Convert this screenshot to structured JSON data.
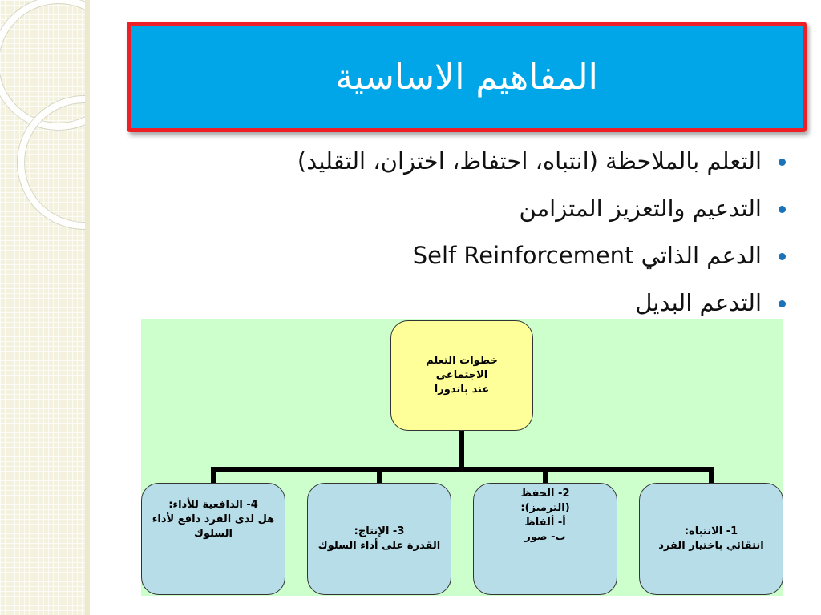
{
  "slide": {
    "title": "المفاهيم الاساسية",
    "bullets": [
      "التعلم بالملاحظة (انتباه، احتفاظ، اختزان، التقليد)",
      "التدعيم والتعزيز المتزامن",
      "الدعم الذاتي Self Reinforcement",
      "التدعم البديل"
    ]
  },
  "diagram": {
    "root": {
      "line1": "خطوات التعلم الاجتماعي",
      "line2": "عند باندورا"
    },
    "steps": [
      {
        "lines": [
          "1- الانتباه:",
          "انتقائي باختيار الفرد"
        ]
      },
      {
        "lines": [
          "2- الحفظ",
          "(الترميز):",
          "أ- ألفاظ",
          "ب- صور"
        ]
      },
      {
        "lines": [
          "3- الإنتاج:",
          "القدرة على أداء السلوك"
        ]
      },
      {
        "lines": [
          "4- الدافعية للأداء:",
          "هل لدى الفرد دافع لأداء",
          "السلوك"
        ]
      }
    ]
  },
  "colors": {
    "title_bg": "#00a6e8",
    "title_border": "#ee2027",
    "diagram_bg": "#ccffcc",
    "root_fill": "#ffff99",
    "step_fill": "#b7dde8",
    "bullet": "#1a73b8"
  }
}
